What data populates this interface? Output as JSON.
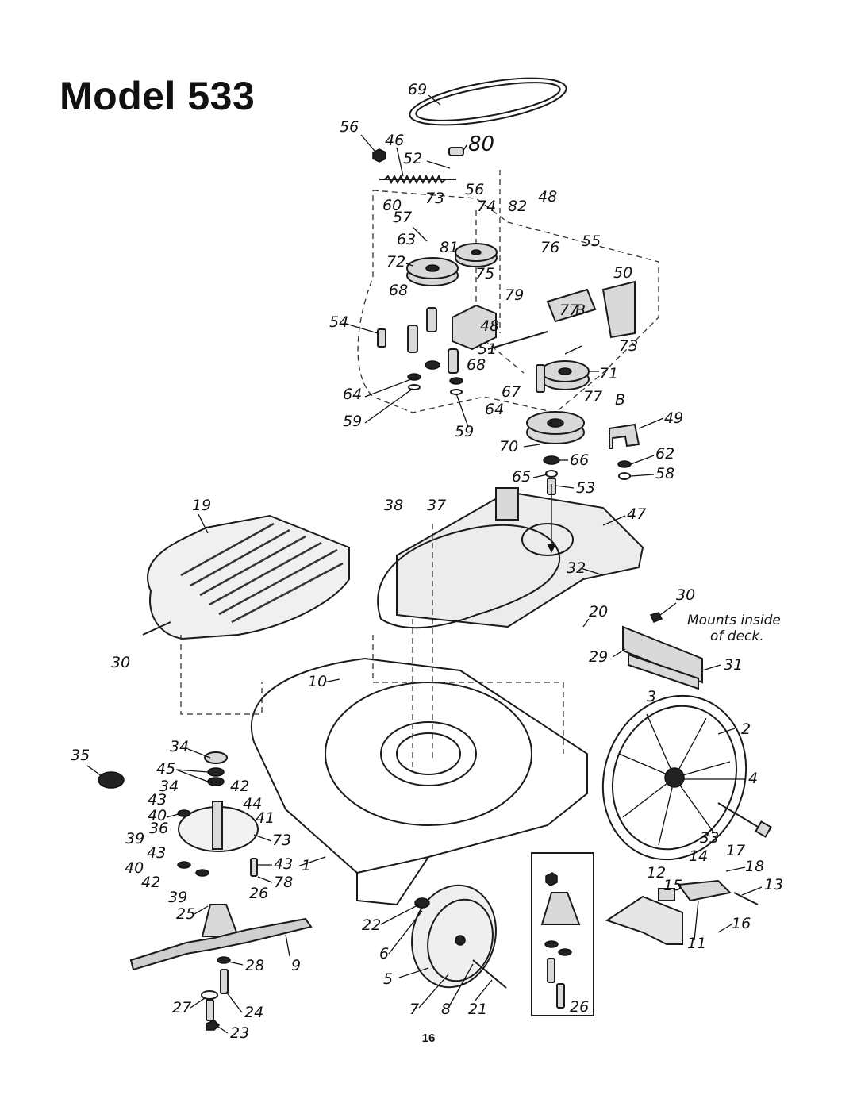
{
  "page": {
    "title": "Model 533",
    "page_number": "16",
    "note_line1": "Mounts inside",
    "note_line2": "of deck.",
    "letter_b": "B"
  },
  "callouts": {
    "c69": "69",
    "c56a": "56",
    "c46": "46",
    "c80": "80",
    "c52": "52",
    "c60": "60",
    "c73a": "73",
    "c56b": "56",
    "c74": "74",
    "c82": "82",
    "c48a": "48",
    "c57": "57",
    "c63": "63",
    "c81": "81",
    "c76": "76",
    "c55": "55",
    "c72": "72",
    "c75": "75",
    "c50": "50",
    "c68a": "68",
    "c79": "79",
    "c77a": "77",
    "c54": "54",
    "c48b": "48",
    "c73b": "73",
    "c51": "51",
    "c68b": "68",
    "c71": "71",
    "c64a": "64",
    "c67": "67",
    "c77b": "77",
    "c59a": "59",
    "c64b": "64",
    "c59b": "59",
    "c49": "49",
    "c70": "70",
    "c66": "66",
    "c62": "62",
    "c65": "65",
    "c53": "53",
    "c58": "58",
    "c19": "19",
    "c38": "38",
    "c37": "37",
    "c47": "47",
    "c32": "32",
    "c30a": "30",
    "c20": "20",
    "c30b": "30",
    "c29": "29",
    "c31": "31",
    "c10": "10",
    "c3": "3",
    "c2": "2",
    "c35": "35",
    "c34a": "34",
    "c45": "45",
    "c34b": "34",
    "c42a": "42",
    "c43a": "43",
    "c44": "44",
    "c40a": "40",
    "c41": "41",
    "c36": "36",
    "c39a": "39",
    "c73c": "73",
    "c43b": "43",
    "c43c": "43",
    "c40b": "40",
    "c1": "1",
    "c42b": "42",
    "c78": "78",
    "c39b": "39",
    "c26a": "26",
    "c4": "4",
    "c33": "33",
    "c14": "14",
    "c17": "17",
    "c18": "18",
    "c12": "12",
    "c15": "15",
    "c13": "13",
    "c25": "25",
    "c22": "22",
    "c16": "16",
    "c11": "11",
    "c6": "6",
    "c9": "9",
    "c28": "28",
    "c5": "5",
    "c27": "27",
    "c24": "24",
    "c7": "7",
    "c8": "8",
    "c21": "21",
    "c26b": "26",
    "c23": "23"
  }
}
